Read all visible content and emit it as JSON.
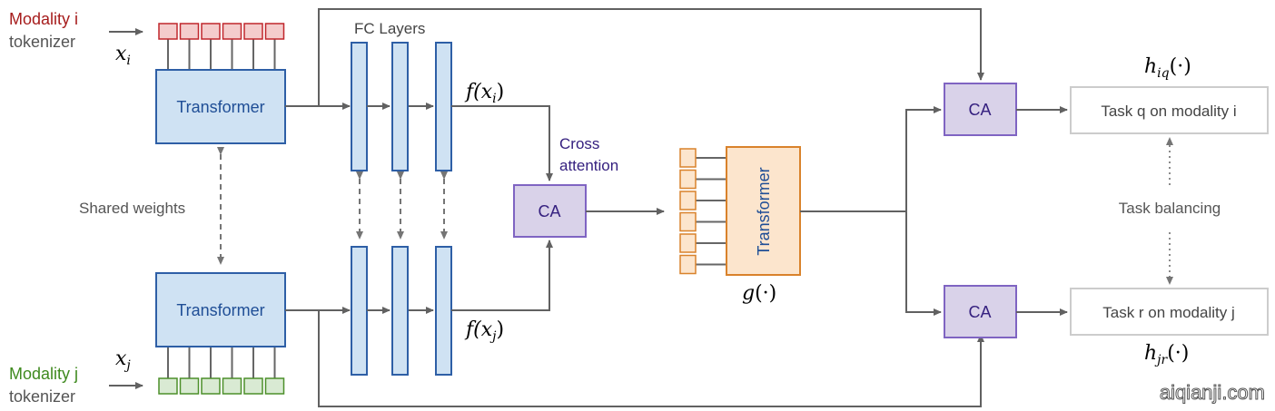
{
  "colors": {
    "modality_i": "#a61c1c",
    "modality_j": "#3f8a1f",
    "label_gray": "#555555",
    "transformer_fill": "#cfe2f3",
    "transformer_stroke": "#2e5fa6",
    "transformer_text": "#1f4e96",
    "token_i_fill": "#f4cccc",
    "token_i_stroke": "#c0262c",
    "token_j_fill": "#d9ead3",
    "token_j_stroke": "#4c8f2a",
    "ca_fill": "#d9d2e9",
    "ca_stroke": "#7f64c2",
    "ca_text": "#35207f",
    "fusion_fill": "#fce5cd",
    "fusion_stroke": "#d9822b",
    "task_stroke": "#cccccc",
    "task_text": "#444444",
    "arrow": "#616161"
  },
  "modality_i": {
    "title": "Modality i",
    "subtitle": "tokenizer",
    "input_symbol": "x",
    "input_sub": "i",
    "token_count": 6
  },
  "modality_j": {
    "title": "Modality j",
    "subtitle": "tokenizer",
    "input_symbol": "x",
    "input_sub": "j",
    "token_count": 6
  },
  "encoder_top": {
    "label": "Transformer"
  },
  "encoder_bottom": {
    "label": "Transformer"
  },
  "shared_weights_label": "Shared weights",
  "fc_layers": {
    "title": "FC Layers",
    "count": 3
  },
  "f_xi": {
    "func": "f(",
    "var": "x",
    "sub": "i",
    "close": ")"
  },
  "f_xj": {
    "func": "f(",
    "var": "x",
    "sub": "j",
    "close": ")"
  },
  "cross_attention": {
    "line1": "Cross",
    "line2": "attention"
  },
  "ca_label": "CA",
  "fusion": {
    "label": "Transformer",
    "token_count": 6,
    "func": "g",
    "arg": "(·)"
  },
  "heads": {
    "top": {
      "ca": "CA",
      "task": "Task q on modality i",
      "func": "h",
      "sub": "iq",
      "arg": "(·)"
    },
    "bottom": {
      "ca": "CA",
      "task": "Task r on modality j",
      "func": "h",
      "sub": "jr",
      "arg": "(·)"
    }
  },
  "task_balancing_label": "Task balancing",
  "watermark": "aiqianji.com"
}
